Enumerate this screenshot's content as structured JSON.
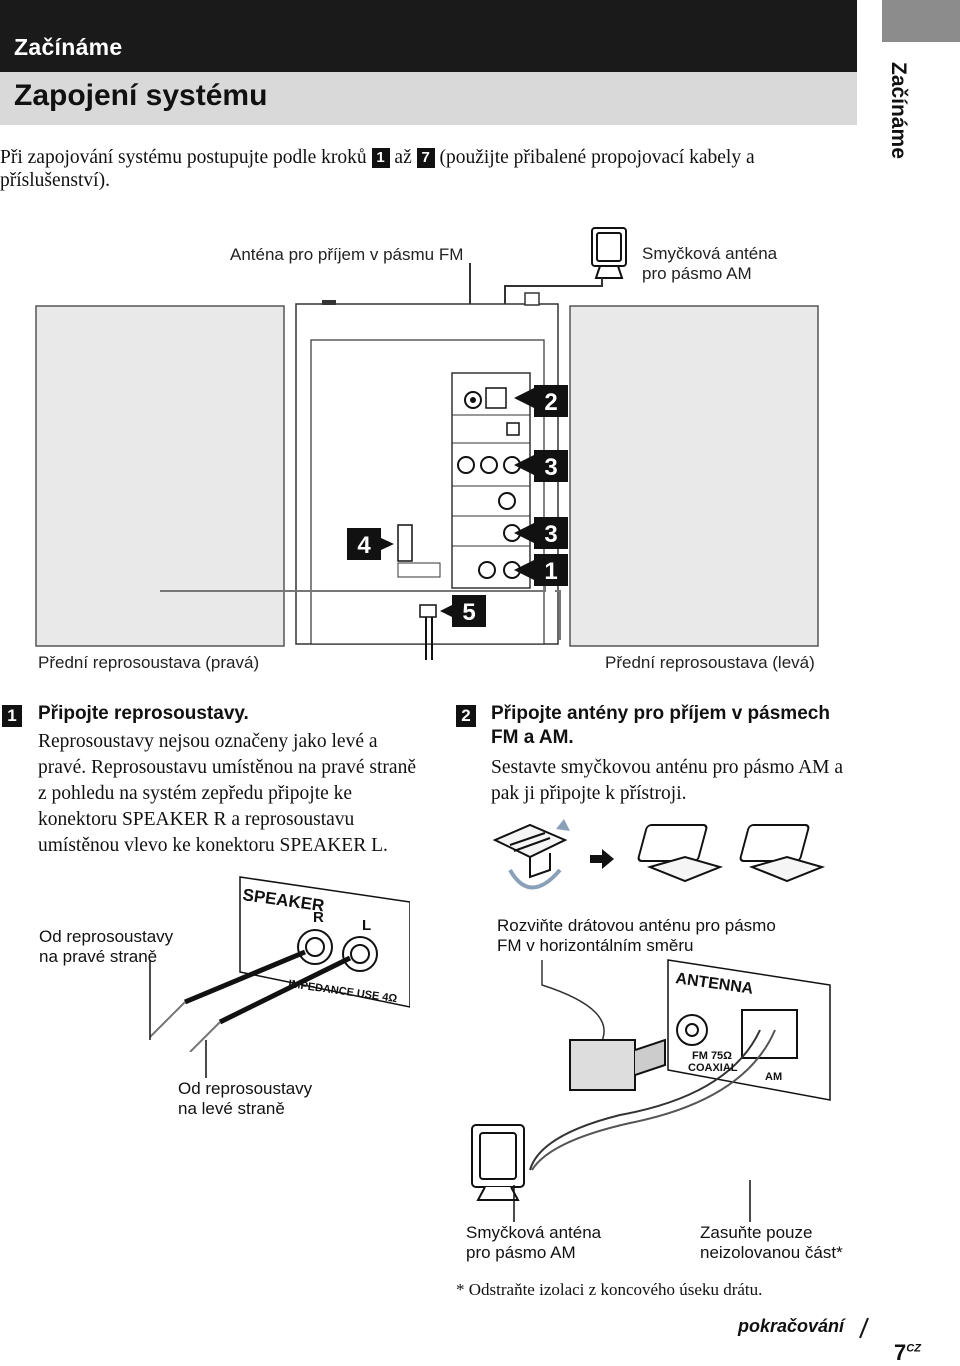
{
  "header": {
    "section": "Začínáme",
    "title": "Zapojení systému",
    "side_tab": "Začínáme"
  },
  "intro": {
    "before": "Při zapojování systému postupujte podle kroků",
    "key_start": "1",
    "mid": "až",
    "key_end": "7",
    "after": "(použijte přibalené propojovací kabely a příslušenství)."
  },
  "figure_top": {
    "fm_antenna_label": "Anténa pro příjem v pásmu FM",
    "am_loop_label_line1": "Smyčková anténa",
    "am_loop_label_line2": "pro pásmo AM",
    "right_speaker_label": "Přední reprosoustava (pravá)",
    "left_speaker_label": "Přední reprosoustava (levá)",
    "callouts": [
      "2",
      "3",
      "3",
      "1",
      "4",
      "5"
    ]
  },
  "step1": {
    "key": "1",
    "heading": "Připojte reprosoustavy.",
    "body": "Reprosoustavy nejsou označeny jako levé a pravé. Reprosoustavu umístěnou na pravé straně z pohledu na systém zepředu připojte ke konektoru SPEAKER R a reprosoustavu umístěnou vlevo ke konektoru SPEAKER L."
  },
  "step2": {
    "key": "2",
    "heading": "Připojte antény pro příjem v pásmech FM a AM.",
    "body": "Sestavte smyčkovou anténu pro pásmo AM a pak ji připojte k přístroji."
  },
  "speaker_figure": {
    "panel_title": "SPEAKER",
    "r": "R",
    "l": "L",
    "impedance": "IMPEDANCE USE 4Ω",
    "from_right_line1": "Od reprosoustavy",
    "from_right_line2": "na pravé straně",
    "from_left_line1": "Od reprosoustavy",
    "from_left_line2": "na levé straně"
  },
  "antenna_figure": {
    "unroll_line1": "Rozviňte drátovou anténu pro pásmo",
    "unroll_line2": "FM v horizontálním směru",
    "panel_title": "ANTENNA",
    "fm_label_line1": "FM 75Ω",
    "fm_label_line2": "COAXIAL",
    "am_label": "AM",
    "am_loop_line1": "Smyčková anténa",
    "am_loop_line2": "pro pásmo AM",
    "insert_line1": "Zasuňte pouze",
    "insert_line2": "neizolovanou část*"
  },
  "footnote": "* Odstraňte izolaci z koncového úseku drátu.",
  "footer": {
    "continued": "pokračování",
    "page": "7",
    "page_suffix": "CZ"
  },
  "colors": {
    "header_black": "#1a1a1a",
    "header_gray": "#d9d9d9",
    "side_tab": "#8c8c8c",
    "speaker_fill": "#e9e9e9"
  }
}
